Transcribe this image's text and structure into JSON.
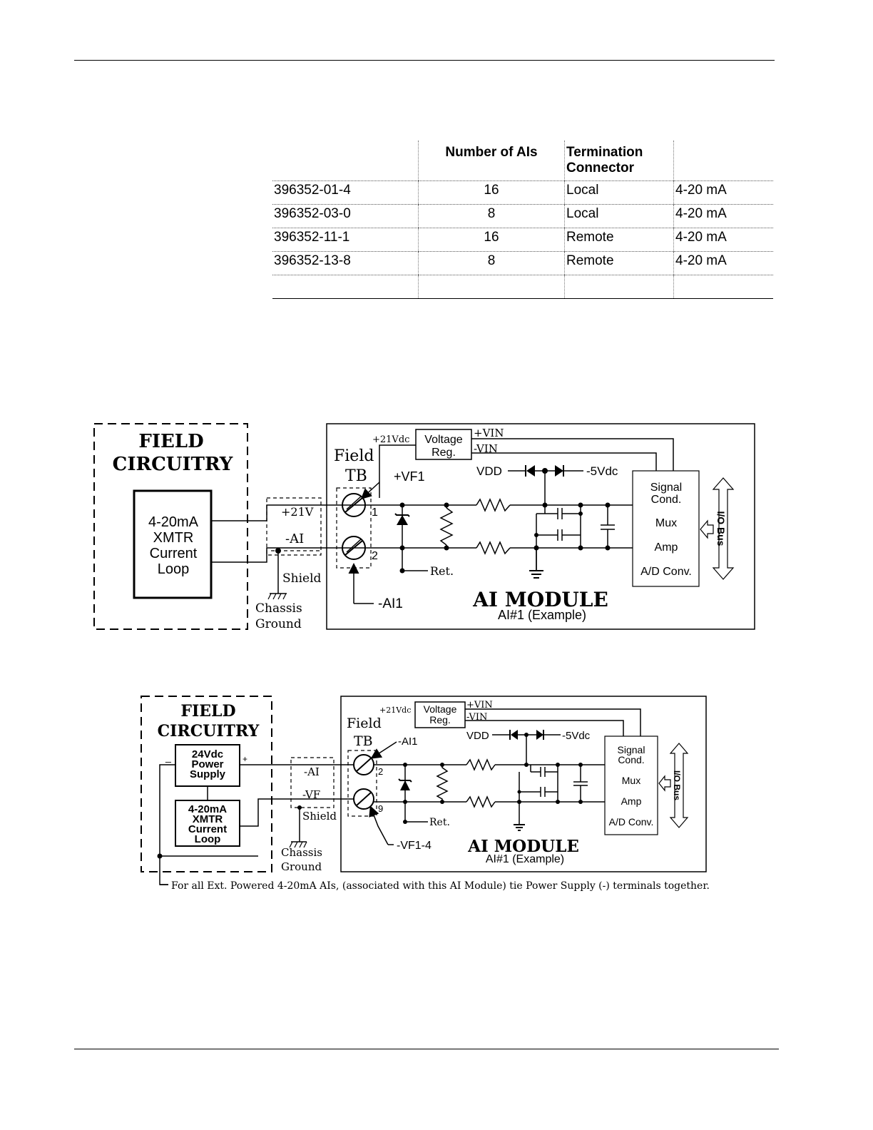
{
  "table": {
    "headers": [
      "",
      "Number of AIs",
      "Termination Connector",
      ""
    ],
    "rows": [
      [
        "396352-01-4",
        "16",
        "Local",
        "4-20 mA"
      ],
      [
        "396352-03-0",
        "8",
        "Local",
        "4-20 mA"
      ],
      [
        "396352-11-1",
        "16",
        "Remote",
        "4-20 mA"
      ],
      [
        "396352-13-8",
        "8",
        "Remote",
        "4-20 mA"
      ],
      [
        "",
        "",
        "",
        ""
      ]
    ]
  },
  "diagram1": {
    "field_title_1": "FIELD",
    "field_title_2": "CIRCUITRY",
    "xmtr_1": "4-20mA",
    "xmtr_2": "XMTR",
    "xmtr_3": "Current",
    "xmtr_4": "Loop",
    "plus21v": "+21V",
    "minus_ai": "-AI",
    "shield": "Shield",
    "chassis": "Chassis",
    "ground": "Ground",
    "field_tb_1": "Field",
    "field_tb_2": "TB",
    "plus21vdc": "+21Vdc",
    "vreg_1": "Voltage",
    "vreg_2": "Reg.",
    "plus_vin": "+VIN",
    "minus_vin": "-VIN",
    "vdd": "VDD",
    "minus5vdc": "-5Vdc",
    "plus_vf1": "+VF1",
    "term1": "1",
    "term2": "2",
    "ret": "Ret.",
    "minus_ai1": "-AI1",
    "module_title": "AI MODULE",
    "module_sub": "AI#1 (Example)",
    "sig_1": "Signal",
    "sig_2": "Cond.",
    "mux": "Mux",
    "amp": "Amp",
    "adc": "A/D Conv.",
    "iobus": "I/O Bus"
  },
  "diagram2": {
    "field_title_1": "FIELD",
    "field_title_2": "CIRCUITRY",
    "ps_1": "24Vdc",
    "ps_2": "Power",
    "ps_3": "Supply",
    "minus_sign": "_",
    "plus_sign": "+",
    "xmtr_1": "4-20mA",
    "xmtr_2": "XMTR",
    "xmtr_3": "Current",
    "xmtr_4": "Loop",
    "minus_ai": "-AI",
    "minus_vf": "-VF",
    "shield": "Shield",
    "chassis": "Chassis",
    "ground": "Ground",
    "field_tb_1": "Field",
    "field_tb_2": "TB",
    "plus21vdc": "+21Vdc",
    "vreg_1": "Voltage",
    "vreg_2": "Reg.",
    "plus_vin": "+VIN",
    "minus_vin": "-VIN",
    "vdd": "VDD",
    "minus5vdc": "-5Vdc",
    "minus_ai1": "-AI1",
    "term2": "2",
    "term9": "9",
    "ret": "Ret.",
    "minus_vf14": "-VF1-4",
    "module_title": "AI MODULE",
    "module_sub": "AI#1 (Example)",
    "sig_1": "Signal",
    "sig_2": "Cond.",
    "mux": "Mux",
    "amp": "Amp",
    "adc": "A/D Conv.",
    "iobus": "I/O Bus",
    "footnote": "For all Ext. Powered 4-20mA AIs, (associated with this AI Module) tie Power Supply (-) terminals together."
  }
}
